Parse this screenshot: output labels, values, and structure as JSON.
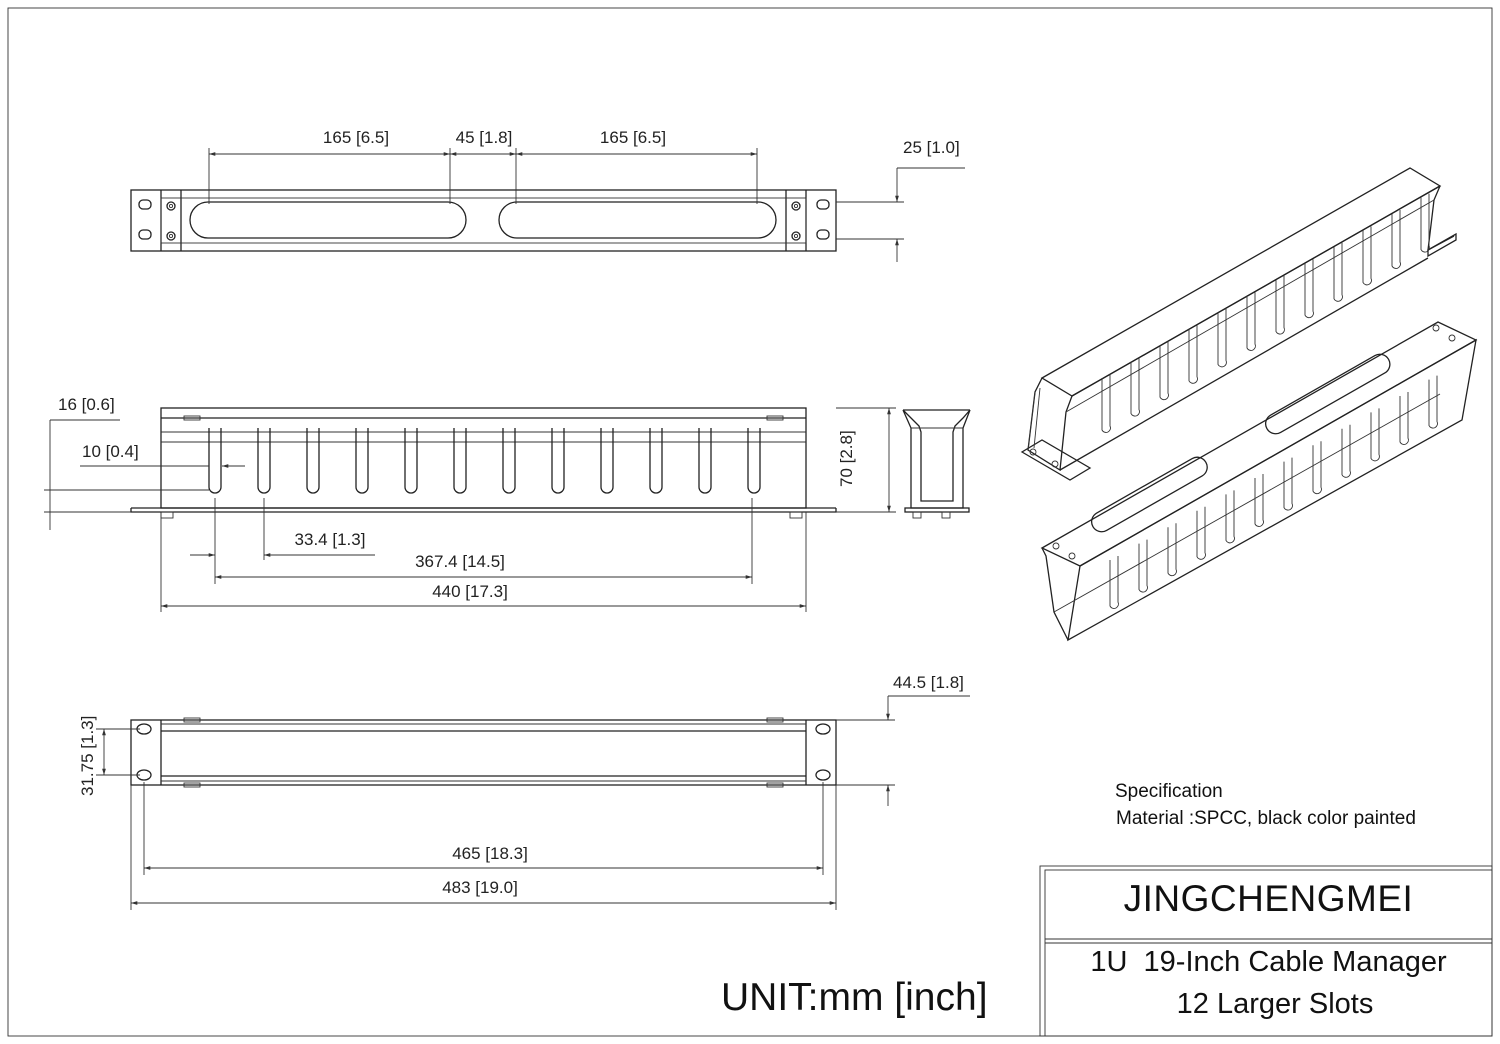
{
  "dimensions": {
    "slot_length_left": "165 [6.5]",
    "slot_gap": "45 [1.8]",
    "slot_length_right": "165 [6.5]",
    "top_height": "25 [1.0]",
    "finger_depth": "16 [0.6]",
    "slot_width": "10 [0.4]",
    "panel_height": "70 [2.8]",
    "finger_pitch": "33.4 [1.3]",
    "finger_span": "367.4 [14.5]",
    "body_width": "440 [17.3]",
    "rack_height": "44.5 [1.8]",
    "hole_spacing": "31.75 [1.3]",
    "hole_to_hole": "465 [18.3]",
    "overall_width": "483 [19.0]"
  },
  "specification": {
    "heading": "Specification",
    "material": "Material :SPCC, black color painted"
  },
  "title_block": {
    "brand": "JINGCHENGMEI",
    "product_line1": "1U  19-Inch Cable Manager",
    "product_line2": "12 Larger Slots"
  },
  "unit_label": "UNIT:mm [inch]"
}
